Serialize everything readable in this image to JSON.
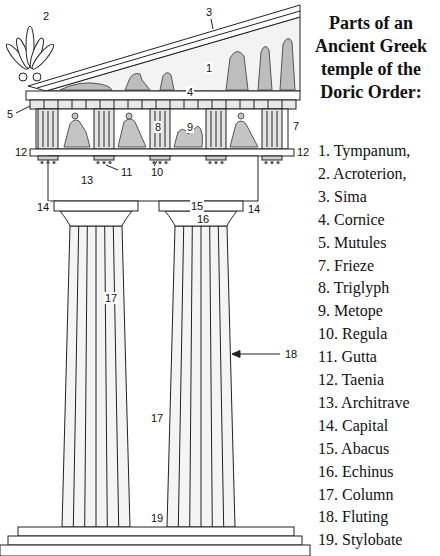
{
  "diagram": {
    "title": "Parts of an Ancient Greek temple of the Doric Order:",
    "labels": [
      "2",
      "3",
      "1",
      "4",
      "5",
      "7",
      "8",
      "9",
      "12",
      "12",
      "11",
      "10",
      "13",
      "14",
      "15",
      "16",
      "14",
      "17",
      "18",
      "17",
      "19",
      "1. Tympanum,",
      "2. Acroterion,",
      "3. Sima",
      "4. Cornice",
      "5. Mutules",
      "7. Frieze",
      "8. Triglyph",
      "9. Metope",
      "10. Regula",
      "11. Gutta",
      "12. Taenia",
      "13. Architrave",
      "14. Capital",
      "15. Abacus",
      "16. Echinus",
      "17. Column",
      "18. Fluting",
      "19. Stylobate"
    ]
  }
}
